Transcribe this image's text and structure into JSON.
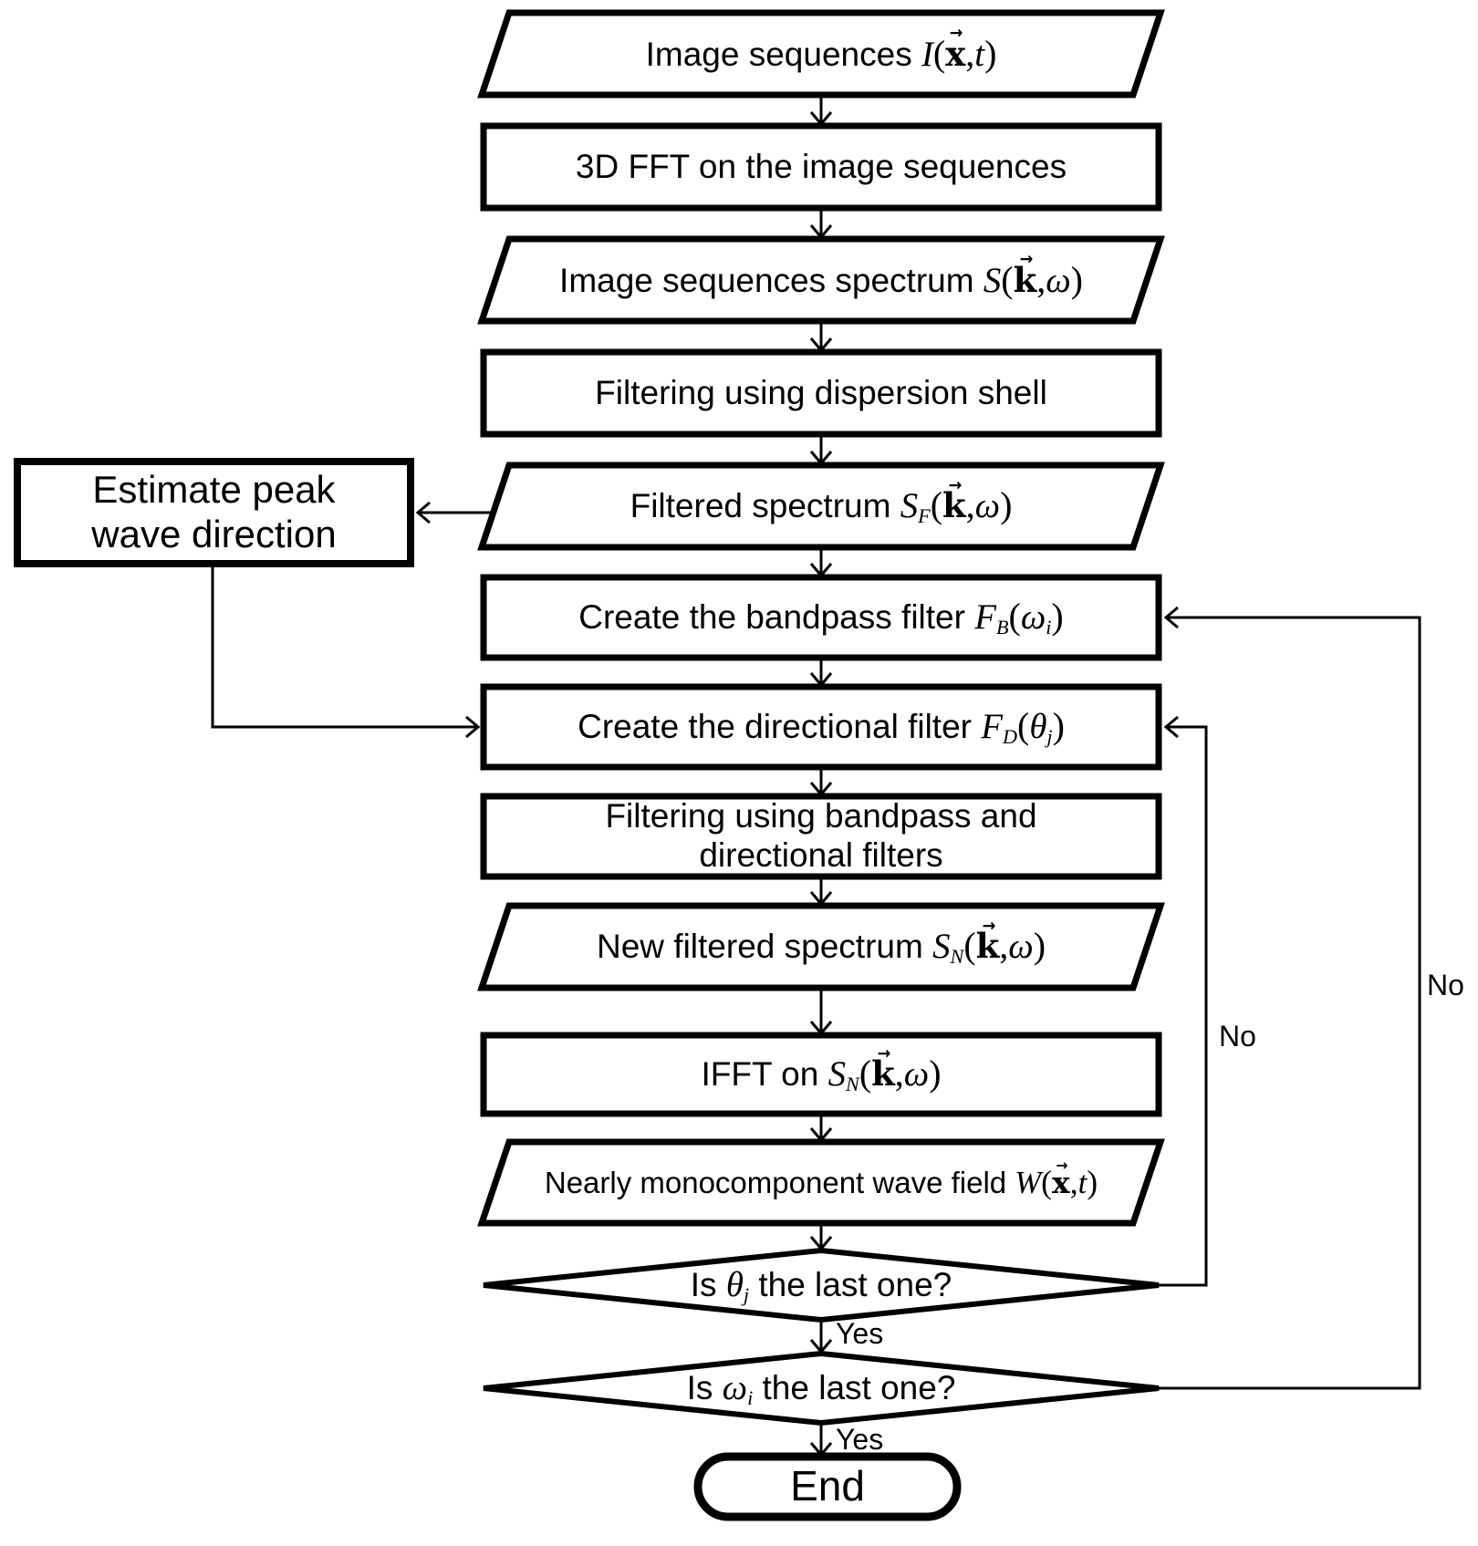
{
  "diagram": {
    "type": "flowchart",
    "background": "#ffffff",
    "ink": "#000000",
    "glyphs": {
      "vector_arrow": "→"
    },
    "nodes": {
      "image_sequences": {
        "shape": "parallelogram",
        "tokens": [
          {
            "t": "Image sequences ",
            "s": "t"
          },
          {
            "t": "I",
            "s": "i"
          },
          {
            "t": "(",
            "s": "n"
          },
          {
            "t": "x",
            "s": "vec"
          },
          {
            "t": ",",
            "s": "n"
          },
          {
            "t": "t",
            "s": "i"
          },
          {
            "t": ")",
            "s": "n"
          }
        ]
      },
      "fft_3d": {
        "shape": "process",
        "tokens": [
          {
            "t": "3D FFT on the image sequences",
            "s": "t"
          }
        ]
      },
      "spectrum": {
        "shape": "parallelogram",
        "tokens": [
          {
            "t": "Image sequences spectrum ",
            "s": "t"
          },
          {
            "t": "S",
            "s": "i"
          },
          {
            "t": "(",
            "s": "n"
          },
          {
            "t": "k",
            "s": "vec"
          },
          {
            "t": ",",
            "s": "n"
          },
          {
            "t": "ω",
            "s": "i"
          },
          {
            "t": ")",
            "s": "n"
          }
        ]
      },
      "dispersion_filter": {
        "shape": "process",
        "tokens": [
          {
            "t": "Filtering using dispersion shell",
            "s": "t"
          }
        ]
      },
      "filtered_spectrum": {
        "shape": "parallelogram",
        "tokens": [
          {
            "t": "Filtered spectrum ",
            "s": "t"
          },
          {
            "t": "S",
            "s": "i"
          },
          {
            "t": "F",
            "s": "sub"
          },
          {
            "t": "(",
            "s": "n"
          },
          {
            "t": "k",
            "s": "vec"
          },
          {
            "t": ",",
            "s": "n"
          },
          {
            "t": "ω",
            "s": "i"
          },
          {
            "t": ")",
            "s": "n"
          }
        ]
      },
      "estimate_peak": {
        "shape": "process",
        "tokens": [
          {
            "t": "Estimate peak",
            "s": "t"
          },
          {
            "s": "br"
          },
          {
            "t": "wave direction",
            "s": "t"
          }
        ]
      },
      "bandpass_filter": {
        "shape": "process",
        "tokens": [
          {
            "t": "Create the bandpass filter ",
            "s": "t"
          },
          {
            "t": "F",
            "s": "i"
          },
          {
            "t": "B",
            "s": "sub"
          },
          {
            "t": "(",
            "s": "n"
          },
          {
            "t": "ω",
            "s": "i"
          },
          {
            "t": "i",
            "s": "sub"
          },
          {
            "t": ")",
            "s": "n"
          }
        ]
      },
      "directional_filter": {
        "shape": "process",
        "tokens": [
          {
            "t": "Create the directional filter ",
            "s": "t"
          },
          {
            "t": "F",
            "s": "i"
          },
          {
            "t": "D",
            "s": "sub"
          },
          {
            "t": "(",
            "s": "n"
          },
          {
            "t": "θ",
            "s": "i"
          },
          {
            "t": "j",
            "s": "sub"
          },
          {
            "t": ")",
            "s": "n"
          }
        ]
      },
      "filtering_bandpass_directional": {
        "shape": "process",
        "tokens": [
          {
            "t": "Filtering using bandpass and",
            "s": "t"
          },
          {
            "s": "br"
          },
          {
            "t": "directional filters",
            "s": "t"
          }
        ]
      },
      "new_filtered_spectrum": {
        "shape": "parallelogram",
        "tokens": [
          {
            "t": "New filtered spectrum ",
            "s": "t"
          },
          {
            "t": "S",
            "s": "i"
          },
          {
            "t": "N",
            "s": "sub"
          },
          {
            "t": "(",
            "s": "n"
          },
          {
            "t": "k",
            "s": "vec"
          },
          {
            "t": ",",
            "s": "n"
          },
          {
            "t": "ω",
            "s": "i"
          },
          {
            "t": ")",
            "s": "n"
          }
        ]
      },
      "ifft": {
        "shape": "process",
        "tokens": [
          {
            "t": "IFFT on ",
            "s": "t"
          },
          {
            "t": "S",
            "s": "i"
          },
          {
            "t": "N",
            "s": "sub"
          },
          {
            "t": "(",
            "s": "n"
          },
          {
            "t": "k",
            "s": "vec"
          },
          {
            "t": ",",
            "s": "n"
          },
          {
            "t": "ω",
            "s": "i"
          },
          {
            "t": ")",
            "s": "n"
          }
        ]
      },
      "wave_field": {
        "shape": "parallelogram",
        "tokens": [
          {
            "t": "Nearly monocomponent wave field ",
            "s": "t"
          },
          {
            "t": "W",
            "s": "i"
          },
          {
            "t": "(",
            "s": "n"
          },
          {
            "t": "x",
            "s": "vec"
          },
          {
            "t": ",",
            "s": "n"
          },
          {
            "t": "t",
            "s": "i"
          },
          {
            "t": ")",
            "s": "n"
          }
        ]
      },
      "is_theta_last": {
        "shape": "decision",
        "tokens": [
          {
            "t": "Is ",
            "s": "t"
          },
          {
            "t": "θ",
            "s": "i"
          },
          {
            "t": "j",
            "s": "sub"
          },
          {
            "t": " the last one?",
            "s": "t"
          }
        ]
      },
      "is_omega_last": {
        "shape": "decision",
        "tokens": [
          {
            "t": "Is ",
            "s": "t"
          },
          {
            "t": "ω",
            "s": "i"
          },
          {
            "t": "i",
            "s": "sub"
          },
          {
            "t": " the last one?",
            "s": "t"
          }
        ]
      },
      "end": {
        "shape": "terminator",
        "tokens": [
          {
            "t": "End",
            "s": "t"
          }
        ]
      }
    },
    "edge_labels": {
      "theta_yes": "Yes",
      "omega_yes": "Yes",
      "theta_no": "No",
      "omega_no": "No"
    }
  }
}
